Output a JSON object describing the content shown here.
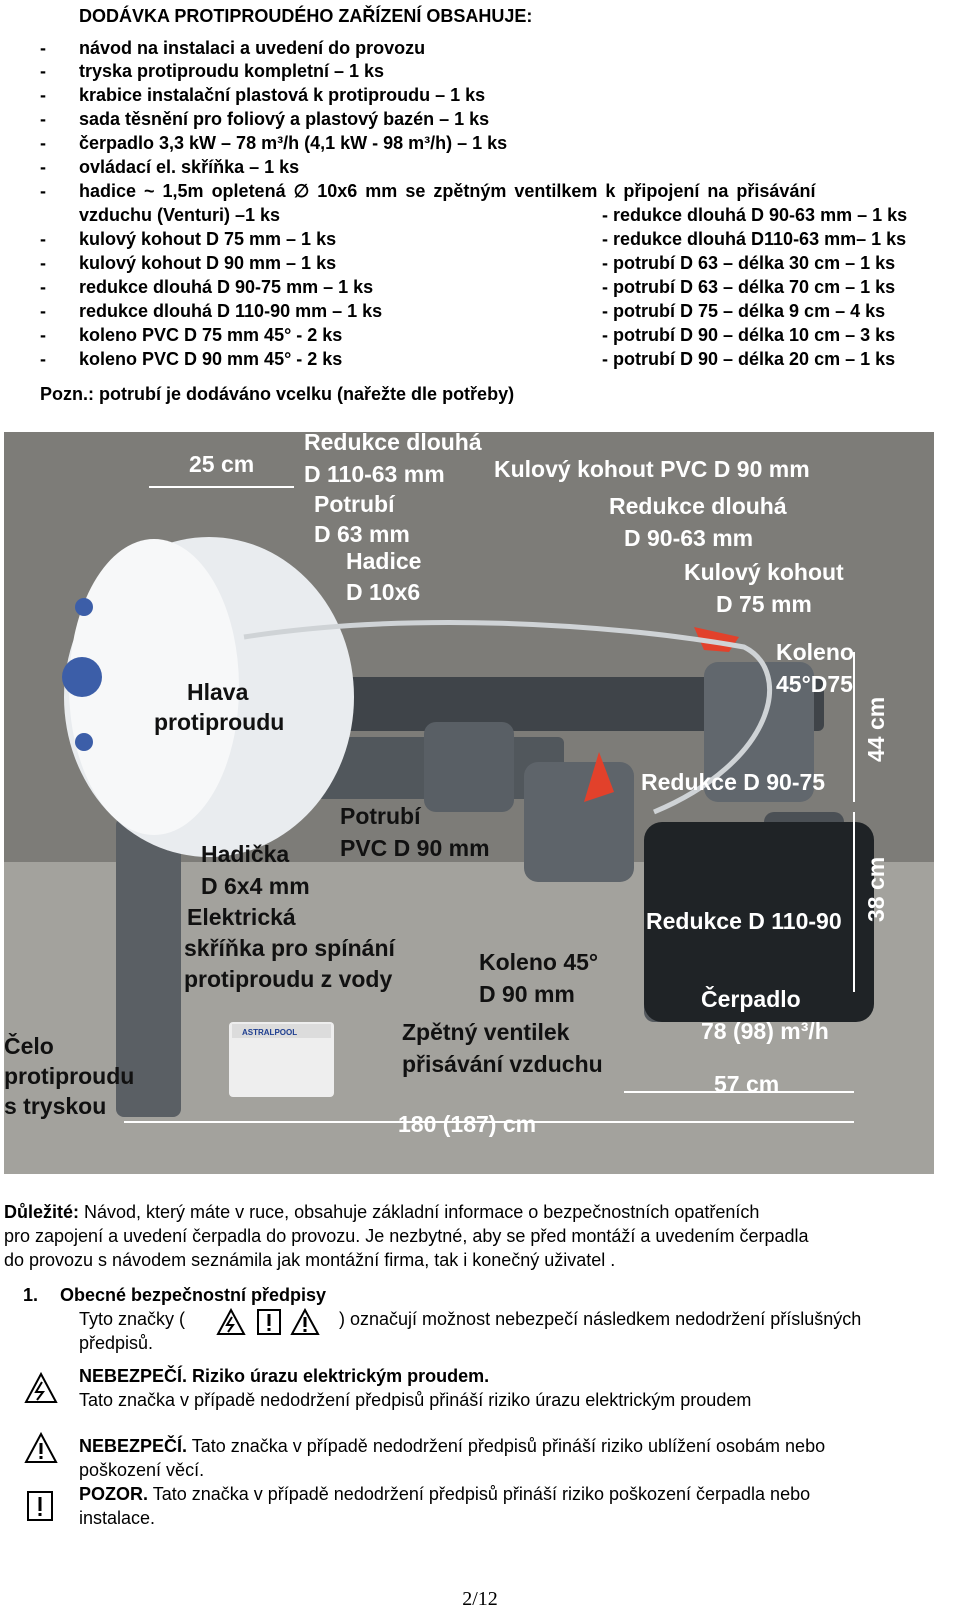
{
  "heading": "DODÁVKA PROTIPROUDÉHO ZAŘÍZENÍ OBSAHUJE:",
  "items_left": [
    "návod na instalaci a uvedení do provozu",
    "tryska protiproudu kompletní – 1 ks",
    "krabice instalační plastová k protiproudu – 1 ks",
    "sada těsnění pro foliový a plastový bazén – 1 ks",
    "čerpadlo 3,3 kW – 78 m³/h (4,1 kW - 98 m³/h) – 1 ks",
    "ovládací el. skříňka – 1 ks"
  ],
  "hose_line_1": "hadice ~ 1,5m opletená ∅ 10x6 mm se zpětným ventilkem k připojení na přisávání",
  "hose_line_2": "vzduchu (Venturi) –1 ks",
  "items_col_left": [
    "kulový kohout D 75 mm – 1 ks",
    "kulový kohout D 90 mm – 1 ks",
    "redukce dlouhá D 90-75 mm – 1 ks",
    "redukce dlouhá D 110-90 mm – 1 ks",
    "koleno PVC D 75 mm 45° - 2 ks",
    "koleno PVC D 90 mm 45° - 2 ks"
  ],
  "items_col_right": [
    "- redukce dlouhá D 90-63 mm – 1 ks",
    "- redukce dlouhá D110-63 mm– 1 ks",
    "- potrubí D 63 – délka 30 cm – 1 ks",
    "- potrubí D 63 – délka 70 cm – 1 ks",
    "- potrubí D 75 – délka 9 cm – 4 ks",
    "- potrubí D 90 – délka 10 cm – 3 ks",
    "- potrubí D 90 – délka 20 cm – 1 ks"
  ],
  "note_label": "Pozn.",
  "note_text": ": potrubí je dodáváno vcelku (nařežte dle potřeby)",
  "dash": "-",
  "photo_labels": {
    "dim_25": "25 cm",
    "reduk_110_1": "Redukce dlouhá",
    "reduk_110_2": "D 110-63 mm",
    "potrubi63_1": "Potrubí",
    "potrubi63_2": "D 63 mm",
    "hadice_1": "Hadice",
    "hadice_2": "D 10x6",
    "kulovy90": "Kulový kohout PVC D 90 mm",
    "reduk_90_1": "Redukce dlouhá",
    "reduk_90_2": "D 90-63 mm",
    "kulovy75_1": "Kulový kohout",
    "kulovy75_2": "D 75 mm",
    "koleno75_1": "Koleno",
    "koleno75_2": "45°D75",
    "dim_44": "44 cm",
    "hlava_1": "Hlava",
    "hlava_2": "protiproudu",
    "reduk_90_75": "Redukce D 90-75",
    "potrubi90_1": "Potrubí",
    "potrubi90_2": "PVC D 90 mm",
    "hadicka_1": "Hadička",
    "hadicka_2": "D 6x4 mm",
    "skrinka_1": "Elektrická",
    "skrinka_2": "skříňka pro spínání",
    "skrinka_3": "protiproudu z vody",
    "reduk_110_90": "Redukce D 110-90",
    "dim_38": "38 cm",
    "koleno90_1": "Koleno 45°",
    "koleno90_2": "D 90 mm",
    "cerpadlo_1": "Čerpadlo",
    "cerpadlo_2": "78 (98) m³/h",
    "ventil_1": "Zpětný ventilek",
    "ventil_2": "přisávání vzduchu",
    "celo_1": "Čelo",
    "celo_2": "protiproudu",
    "celo_3": "s tryskou",
    "dim_57": "57 cm",
    "dim_180": "180 (187) cm",
    "box_brand": "ASTRALPOOL"
  },
  "important_label": "Důležité:",
  "important_text_1": " Návod, který máte v ruce, obsahuje základní informace o bezpečnostních opatřeních",
  "important_text_2": "pro zapojení a uvedení čerpadla do provozu. Je nezbytné, aby se před montáží a uvedením čerpadla",
  "important_text_3": "do provozu s návodem seznámila jak montážní firma, tak i konečný uživatel .",
  "section_number": "1.",
  "section_title": "Obecné bezpečnostní předpisy",
  "signs_text_a": "Tyto značky (",
  "signs_text_b": ") označují možnost nebezpečí následkem nedodržení příslušných",
  "signs_text_c": "předpisů.",
  "electric_title": "NEBEZPEČÍ. Riziko úrazu elektrickým proudem.",
  "electric_text": "Tato značka v případě nedodržení předpisů přináší riziko úrazu elektrickým proudem",
  "danger_label": "NEBEZPEČÍ.",
  "danger_text_1": " Tato značka v případě nedodržení předpisů přináší riziko ublížení osobám nebo",
  "danger_text_2": "poškození věcí.",
  "caution_label": "POZOR.",
  "caution_text_1": " Tato značka v případě nedodržení předpisů přináší riziko poškození čerpadla nebo",
  "caution_text_2": "instalace.",
  "page_number": "2/12"
}
